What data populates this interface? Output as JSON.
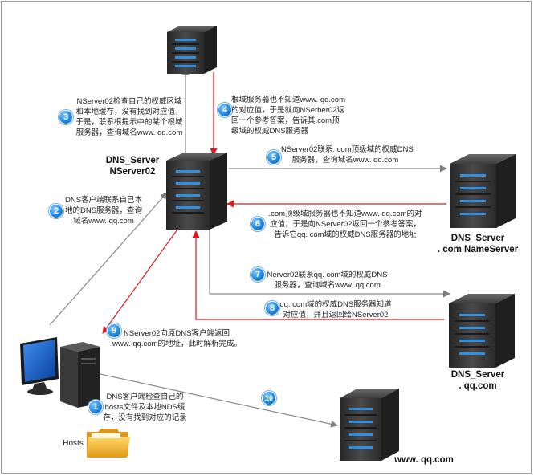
{
  "nodes": {
    "nserver02": {
      "line1": "DNS_Server",
      "line2": "NServer02"
    },
    "com_server": {
      "line1": "DNS_Server",
      "line2": ". com NameServer"
    },
    "qq_server": {
      "line1": "DNS_Server",
      "line2": ". qq.com"
    },
    "www_server": {
      "line1": "www. qq.com"
    },
    "hosts": {
      "label": "Hosts"
    }
  },
  "steps": [
    {
      "num": "1",
      "lines": [
        "DNS客户端检查自己的",
        "hosts文件及本地NDS缓",
        "存，没有找到对应的记录"
      ]
    },
    {
      "num": "2",
      "lines": [
        "DNS客户端联系自己本",
        "地的DNS服务器，查询",
        "域名www. qq.com"
      ]
    },
    {
      "num": "3",
      "lines": [
        "NServer02检查自己的权威区域",
        "和本地缓存，没有找到对应值，",
        "于是，联系根提示中的某个根域",
        "服务器，查询域名www. qq.com"
      ]
    },
    {
      "num": "4",
      "lines": [
        "根域服务器也不知道www. qq.com",
        "的对应值，于是就向NSerber02返",
        "回一个参考答案，告诉其.com顶",
        "级域的权威DNS服务器"
      ]
    },
    {
      "num": "5",
      "lines": [
        "NServer02联系. com顶级域的权威DNS",
        "服务器，查询域名www. qq.com"
      ]
    },
    {
      "num": "6",
      "lines": [
        ".com顶级域服务器也不知道www. qq.com的对",
        "应值，于是向NServer02返回一个参考答案，",
        "告诉它qq. com域的权威DNS服务器的地址"
      ]
    },
    {
      "num": "7",
      "lines": [
        "Nerver02联系qq. com域的权威DNS",
        "服务器，查询域名www. qq.com"
      ]
    },
    {
      "num": "8",
      "lines": [
        "qq. com域的权威DNS服务器知道",
        "对应值，并且返回给NServer02"
      ]
    },
    {
      "num": "9",
      "lines": [
        "NServer02向原DNS客户端返回",
        "www. qq.com的地址，此时解析完成。"
      ]
    },
    {
      "num": "10",
      "lines": []
    }
  ],
  "colors": {
    "request_arrow": "#7f7f7f",
    "response_arrow": "#e0191f",
    "badge": "#1e88e5",
    "server_body": "#3a3a3a",
    "server_light": "#2f8fe0",
    "screen": "#1565c0",
    "folder": "#f2b534"
  }
}
